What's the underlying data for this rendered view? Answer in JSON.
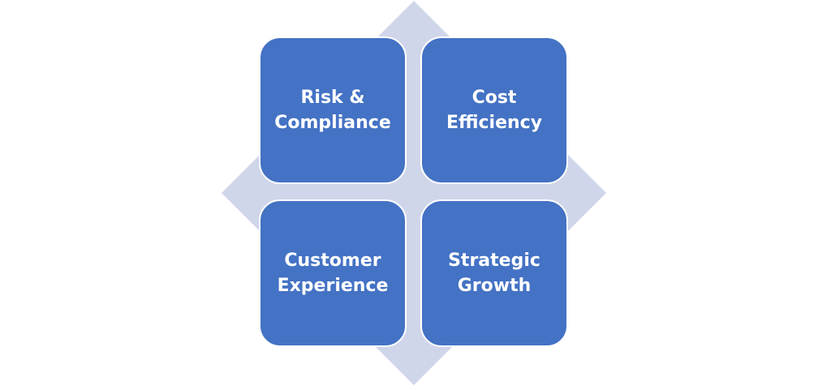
{
  "colors": {
    "tile_fill": "#4472C4",
    "tile_border": "#FFFFFF",
    "diamond_fill": "#D0D6EA",
    "label_color": "#FFFFFF"
  },
  "matrix": {
    "top_left": "Risk &\nCompliance",
    "top_right": "Cost\nEfficiency",
    "bottom_left": "Customer\nExperience",
    "bottom_right": "Strategic\nGrowth"
  }
}
